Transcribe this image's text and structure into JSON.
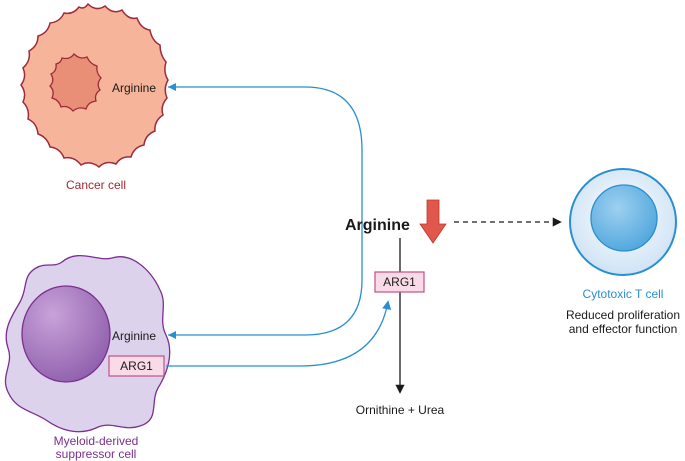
{
  "cancer_cell": {
    "label": "Cancer cell",
    "inner_text": "Arginine",
    "color": "#9e2a3a",
    "fill": "#f6b49a",
    "nucleus_fill": "#ea8f77"
  },
  "mdsc": {
    "label_line1": "Myeloid-derived",
    "label_line2": "suppressor cell",
    "inner_arginine": "Arginine",
    "enzyme_box": "ARG1",
    "color": "#7b2f8e",
    "fill": "#ddd2ec",
    "nucleus_fill": "#a574bd"
  },
  "center": {
    "arginine": "Arginine",
    "enzyme_box": "ARG1",
    "products": "Ornithine + Urea",
    "down_arrow_color": "#e2574c"
  },
  "t_cell": {
    "label": "Cytotoxic T cell",
    "effect_line1": "Reduced proliferation",
    "effect_line2": "and effector function",
    "color": "#2a8fcf",
    "fill": "#d9ebf8",
    "nucleus_fill": "#6fb6e4"
  },
  "colors": {
    "connector_blue": "#2a8fcf",
    "enzyme_box_fill": "#f9dbe8",
    "enzyme_box_border": "#c2508a",
    "text_dark": "#1a1a1a"
  }
}
